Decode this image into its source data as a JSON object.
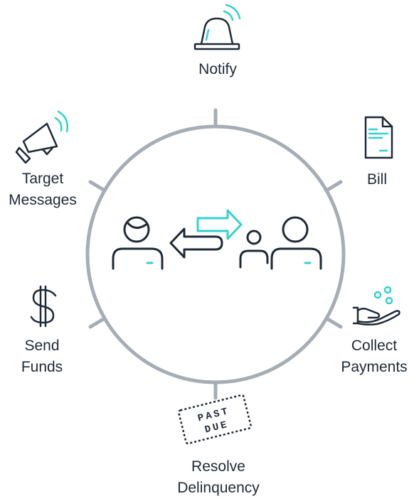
{
  "colors": {
    "ring": "#a7adb5",
    "ink": "#1f2a36",
    "accent": "#33d1d1"
  },
  "center": {
    "icons": [
      "person-icon",
      "arrow-left-icon",
      "arrow-right-icon",
      "small-person-icon",
      "person-icon"
    ]
  },
  "stages": [
    {
      "id": "notify",
      "icon": "siren-icon",
      "lines": [
        "Notify"
      ]
    },
    {
      "id": "bill",
      "icon": "document-icon",
      "lines": [
        "Bill"
      ]
    },
    {
      "id": "collect-payments",
      "icon": "hand-coins-icon",
      "lines": [
        "Collect",
        "Payments"
      ]
    },
    {
      "id": "resolve-delinquency",
      "icon": "past-due-stamp-icon",
      "lines": [
        "Resolve",
        "Delinquency"
      ],
      "stamp_text": [
        "PAST",
        "DUE"
      ]
    },
    {
      "id": "send-funds",
      "icon": "dollar-icon",
      "lines": [
        "Send",
        "Funds"
      ]
    },
    {
      "id": "target-messages",
      "icon": "megaphone-icon",
      "lines": [
        "Target",
        "Messages"
      ]
    }
  ]
}
